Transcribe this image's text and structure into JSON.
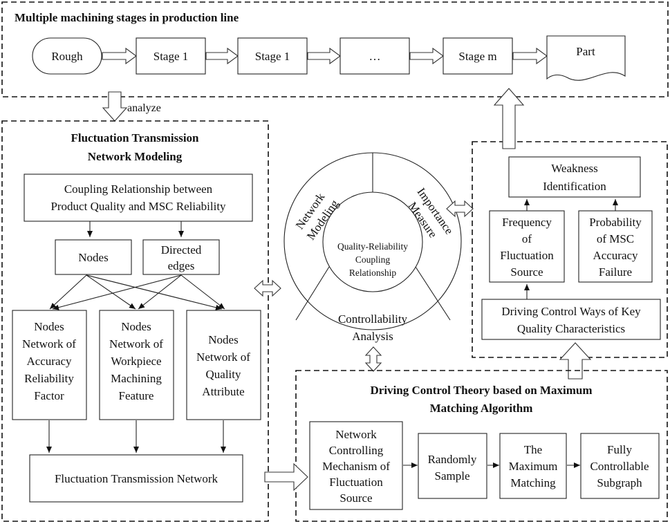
{
  "production_line": {
    "title": "Multiple machining stages in production line",
    "rough": "Rough",
    "stage_a": "Stage 1",
    "stage_b": "Stage 1",
    "ellipsis": "…",
    "stage_m": "Stage m",
    "part": "Part"
  },
  "analyze_label": "analyze",
  "modeling": {
    "title_line1": "Fluctuation Transmission",
    "title_line2": "Network Modeling",
    "coupling_line1": "Coupling Relationship between",
    "coupling_line2": "Product Quality and MSC Reliability",
    "nodes": "Nodes",
    "directed_line1": "Directed",
    "directed_line2": "edges",
    "accuracy": [
      "Nodes",
      "Network of",
      "Accuracy",
      "Reliability",
      "Factor"
    ],
    "workpiece": [
      "Nodes",
      "Network of",
      "Workpiece",
      "Machining",
      "Feature"
    ],
    "quality": [
      "Nodes",
      "Network of",
      "Quality",
      "Attribute"
    ],
    "fluctuation_network": "Fluctuation Transmission Network"
  },
  "circle": {
    "network_modeling_line1": "Network",
    "network_modeling_line2": "Modeling",
    "importance_line1": "Importance",
    "importance_line2": "Measure",
    "controllability_line1": "Controllability",
    "controllability_line2": "Analysis",
    "center_line1": "Quality-Reliability",
    "center_line2": "Coupling",
    "center_line3": "Relationship"
  },
  "weakness": {
    "title_line1": "Weakness",
    "title_line2": "Identification",
    "frequency": [
      "Frequency",
      "of",
      "Fluctuation",
      "Source"
    ],
    "probability": [
      "Probability",
      "of MSC",
      "Accuracy",
      "Failure"
    ],
    "driving_line1": "Driving Control Ways of Key",
    "driving_line2": "Quality Characteristics"
  },
  "driving_theory": {
    "title_line1": "Driving Control Theory based on Maximum",
    "title_line2": "Matching Algorithm",
    "mechanism": [
      "Network",
      "Controlling",
      "Mechanism of",
      "Fluctuation",
      "Source"
    ],
    "random": [
      "Randomly",
      "Sample"
    ],
    "maximum": [
      "The",
      "Maximum",
      "Matching"
    ],
    "subgraph": [
      "Fully",
      "Controllable",
      "Subgraph"
    ]
  }
}
